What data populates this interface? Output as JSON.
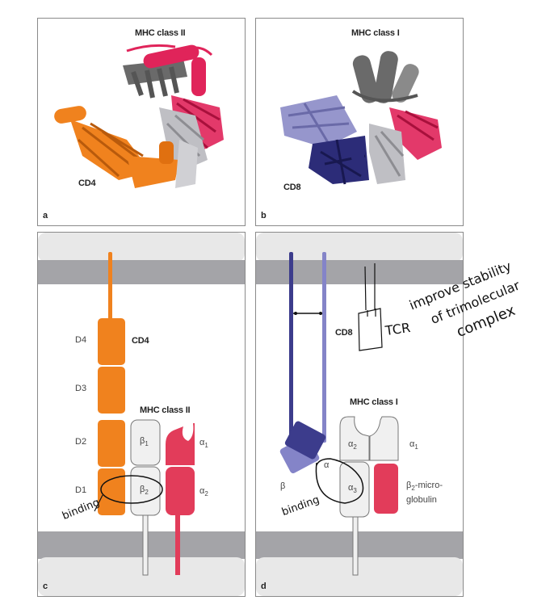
{
  "panels": {
    "a": {
      "label": "a",
      "title": "MHC class II",
      "molecule": "CD4"
    },
    "b": {
      "label": "b",
      "title": "MHC class I",
      "molecule": "CD8"
    },
    "c": {
      "label": "c",
      "molecule": "CD4",
      "domains": [
        "D4",
        "D3",
        "D2",
        "D1"
      ],
      "mhc_title": "MHC class II",
      "beta1": "β",
      "beta1_sub": "1",
      "beta2": "β",
      "beta2_sub": "2",
      "alpha1": "α",
      "alpha1_sub": "1",
      "alpha2": "α",
      "alpha2_sub": "2",
      "annotation": "binding"
    },
    "d": {
      "label": "d",
      "molecule": "CD8",
      "mhc_title": "MHC class I",
      "alpha2": "α",
      "alpha2_sub": "2",
      "alpha3": "α",
      "alpha3_sub": "3",
      "alpha1": "α",
      "alpha1_sub": "1",
      "beta_chain": "β",
      "alpha_chain": "α",
      "b2m_prefix": "β",
      "b2m_sub": "2",
      "b2m_rest": "-micro-",
      "b2m_line2": "globulin",
      "annotation": "binding",
      "tcr_note": "TCR"
    }
  },
  "handwriting": {
    "line1": "improve stability",
    "line2": "of trimolecular",
    "line3": "complex"
  },
  "colors": {
    "cd4": "#f0821e",
    "mhc_alpha": "#e23c5a",
    "cd8_dark": "#3c3c8c",
    "cd8_light": "#8484c8",
    "membrane": "#a4a4a8",
    "membrane_light": "#e8e8e8",
    "domain_light": "#f0f0f0",
    "structure_gray": "#6a6a6a"
  }
}
